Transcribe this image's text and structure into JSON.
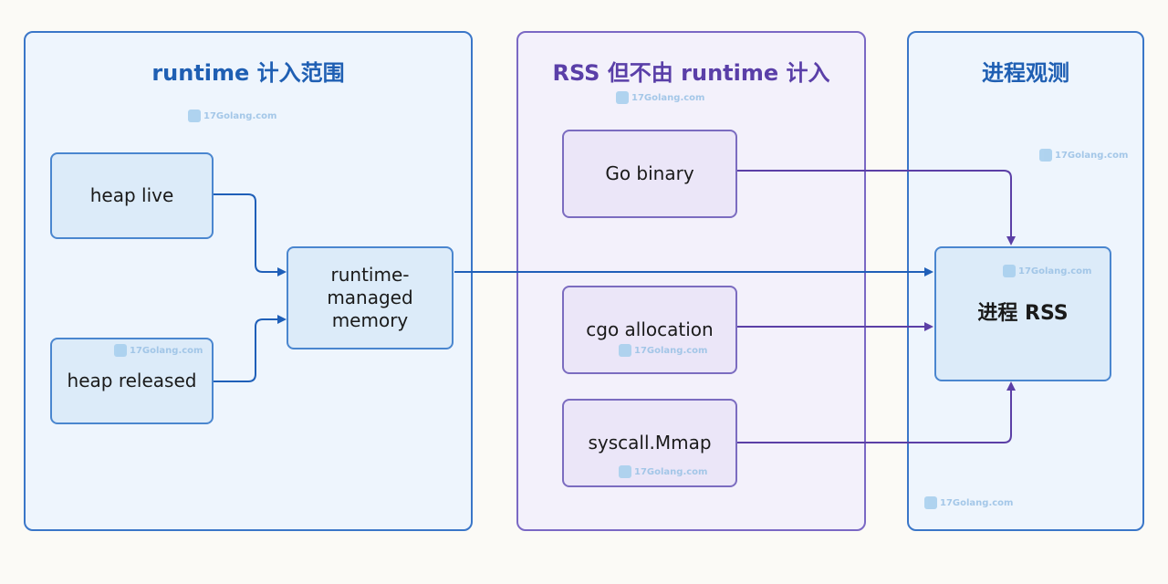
{
  "panels": {
    "runtime": {
      "title": "runtime 计入范围"
    },
    "rss_outside": {
      "title": "RSS 但不由 runtime 计入"
    },
    "observe": {
      "title": "进程观测"
    }
  },
  "nodes": {
    "heap_live": "heap live",
    "heap_released": "heap released",
    "runtime_managed": "runtime-managed memory",
    "go_binary": "Go binary",
    "cgo_allocation": "cgo allocation",
    "syscall_mmap": "syscall.Mmap",
    "process_rss": "进程 RSS"
  },
  "watermark": {
    "text": "17Golang.com"
  },
  "colors": {
    "blue_edge": "#1f5fb8",
    "purple_edge": "#5b3fa6"
  }
}
